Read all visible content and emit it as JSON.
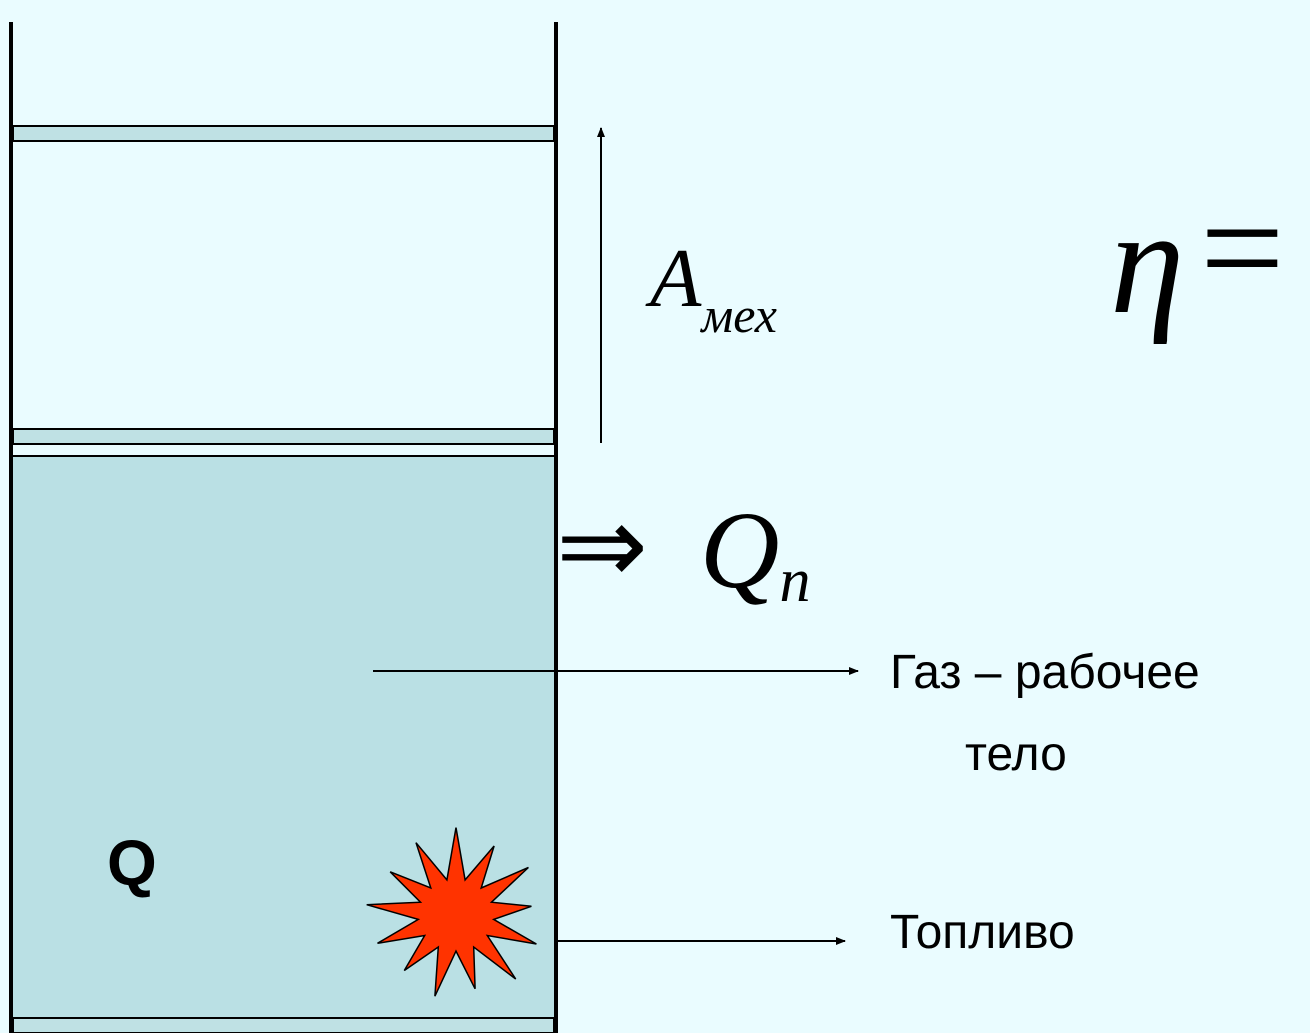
{
  "diagram": {
    "work_label": {
      "main": "A",
      "subscript": "мех"
    },
    "heat_loss_label": {
      "arrow": "⇒",
      "main": "Q",
      "subscript": "п"
    },
    "efficiency_formula": {
      "symbol": "η",
      "equals": "="
    },
    "heat_label": "Q",
    "working_body_label": {
      "line1": "Газ – рабочее",
      "line2": "тело"
    },
    "fuel_label": "Топливо"
  },
  "colors": {
    "background": "#eafcff",
    "gas": "#bae0e4",
    "piston": "#bfe1e4",
    "outline": "#000000",
    "explosion": "#ff3300"
  }
}
